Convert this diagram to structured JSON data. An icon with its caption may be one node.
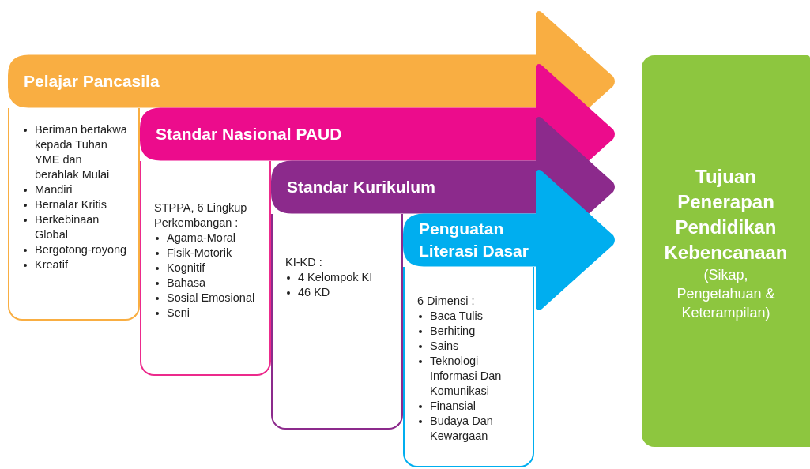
{
  "diagram": {
    "nodes": [
      {
        "text": [
          "Pelajar Pancasila"
        ]
      },
      {
        "text": [
          "Beriman bertakwa kepada Tuhan YME dan berahlak Mulai",
          "Mandiri",
          "Bernalar Kritis",
          "Berkebinaan Global",
          "Bergotong-royong",
          "Kreatif"
        ]
      },
      {
        "text": [
          "Standar Nasional PAUD"
        ]
      },
      {
        "text": [
          "STPPA, 6 Lingkup Perkembangan :",
          "Agama-Moral",
          "Fisik-Motorik",
          "Kognitif",
          "Bahasa",
          "Sosial Emosional",
          "Seni"
        ]
      },
      {
        "text": [
          "Standar Kurikulum"
        ]
      },
      {
        "text": [
          "KI-KD :",
          "4 Kelompok KI",
          "46 KD"
        ]
      },
      {
        "text": [
          "Penguatan Literasi Dasar"
        ]
      },
      {
        "text": [
          "6 Dimensi :",
          "Baca Tulis",
          "Berhiting",
          "Sains",
          "Teknologi Informasi Dan Komunikasi",
          "Finansial",
          "Budaya Dan Kewargaan"
        ]
      },
      {
        "text": [
          "Tujuan Penerapan Pendidikan Kebencanaan",
          "(Sikap, Pengetahuan & Keterampilan)"
        ]
      }
    ]
  }
}
